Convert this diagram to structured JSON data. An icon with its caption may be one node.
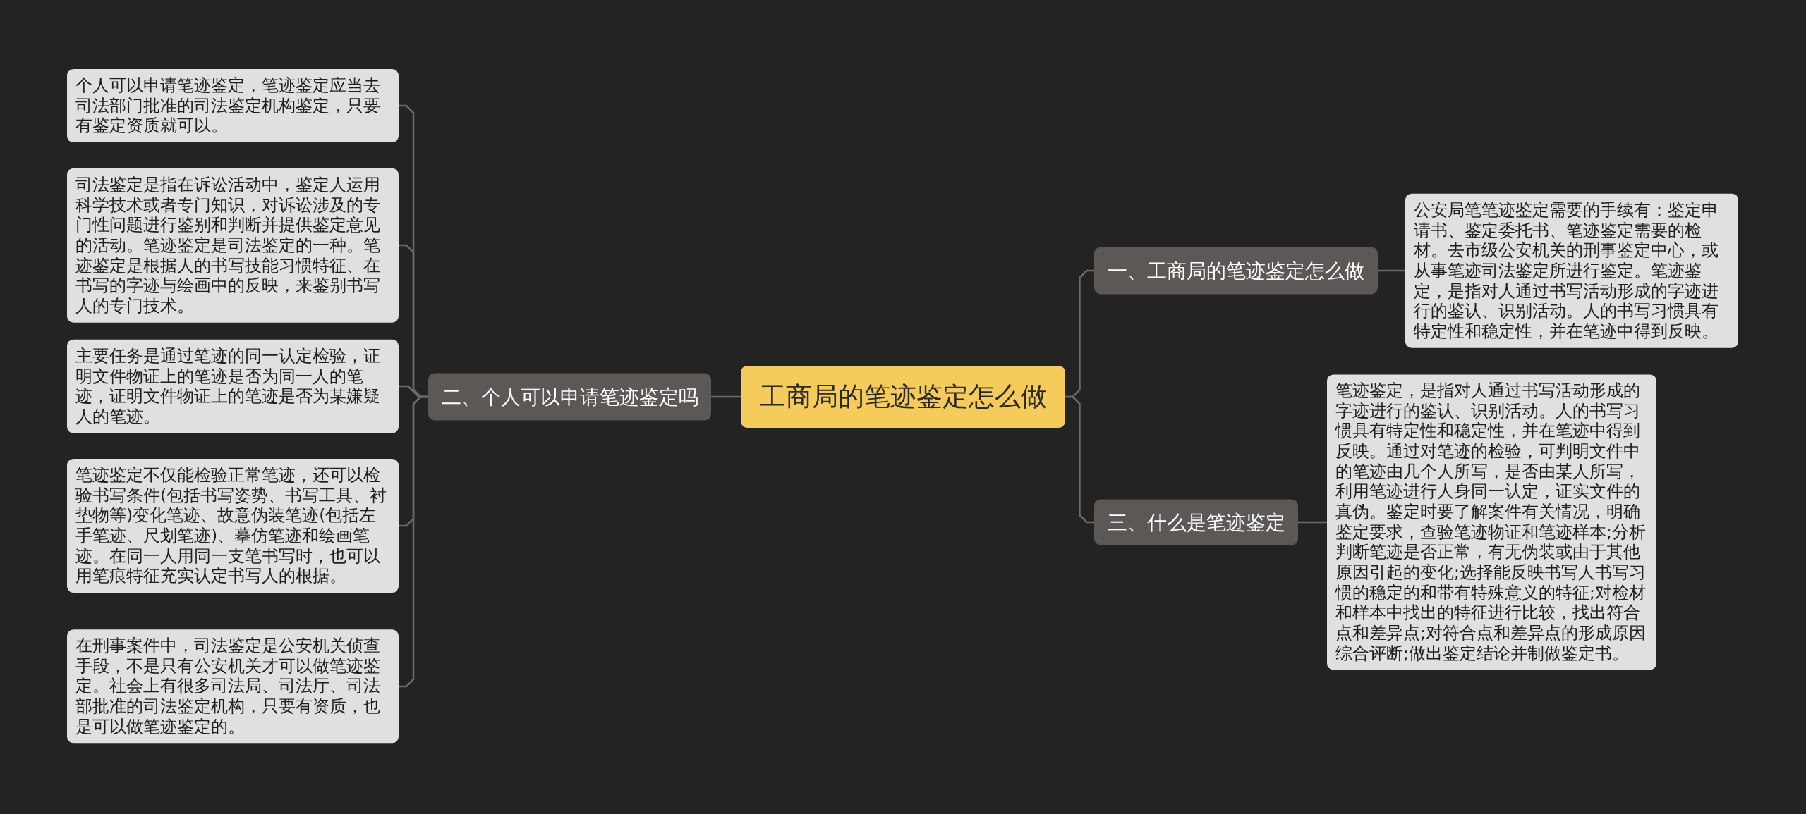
{
  "diagram": {
    "nodes": [
      {
        "text": [
          "工商局的笔迹鉴定怎么做"
        ]
      },
      {
        "text": [
          "二、个人可以申请笔迹鉴定吗"
        ]
      },
      {
        "text": [
          "个人可以申请笔迹鉴定，笔迹鉴定应当去司法部门批准的司法鉴定机构鉴定，只要有鉴定资质就可以。"
        ]
      },
      {
        "text": [
          "司法鉴定是指在诉讼活动中，鉴定人运用科学技术或者专门知识，对诉讼涉及的专门性问题进行鉴别和判断并提供鉴定意见的活动。笔迹鉴定是司法鉴定的一种。笔迹鉴定是根据人的书写技能习惯特征、在书写的字迹与绘画中的反映，来鉴别书写人的专门技术。"
        ]
      },
      {
        "text": [
          "主要任务是通过笔迹的同一认定检验，证明文件物证上的笔迹是否为同一人的笔迹，证明文件物证上的笔迹是否为某嫌疑人的笔迹。"
        ]
      },
      {
        "text": [
          "笔迹鉴定不仅能检验正常笔迹，还可以检验书写条件(包括书写姿势、书写工具、衬垫物等)变化笔迹、故意伪装笔迹(包括左手笔迹、尺划笔迹)、摹仿笔迹和绘画笔迹。在同一人用同一支笔书写时，也可以用笔痕特征充实认定书写人的根据。"
        ]
      },
      {
        "text": [
          "在刑事案件中，司法鉴定是公安机关侦查手段，不是只有公安机关才可以做笔迹鉴定。社会上有很多司法局、司法厅、司法部批准的司法鉴定机构，只要有资质，也是可以做笔迹鉴定的。"
        ]
      },
      {
        "text": [
          "一、工商局的笔迹鉴定怎么做"
        ]
      },
      {
        "text": [
          "公安局笔笔迹鉴定需要的手续有：鉴定申请书、鉴定委托书、笔迹鉴定需要的检材。去市级公安机关的刑事鉴定中心，或从事笔迹司法鉴定所进行鉴定。笔迹鉴定，是指对人通过书写活动形成的字迹进行的鉴认、识别活动。人的书写习惯具有特定性和稳定性，并在笔迹中得到反映。"
        ]
      },
      {
        "text": [
          "三、什么是笔迹鉴定"
        ]
      },
      {
        "text": [
          "笔迹鉴定，是指对人通过书写活动形成的字迹进行的鉴认、识别活动。人的书写习惯具有特定性和稳定性，并在笔迹中得到反映。通过对笔迹的检验，可判明文件中的笔迹由几个人所写，是否由某人所写，利用笔迹进行人身同一认定，证实文件的真伪。鉴定时要了解案件有关情况，明确鉴定要求，查验笔迹物证和笔迹样本;分析判断笔迹是否正常，有无伪装或由于其他原因引起的变化;选择能反映书写人书写习惯的稳定的和带有特殊意义的特征;对检材和样本中找出的特征进行比较，找出符合点和差异点;对符合点和差异点的形成原因综合评断;做出鉴定结论并制做鉴定书。"
        ]
      }
    ],
    "edges": [
      {
        "from": 0,
        "to": 1,
        "arrow": "none"
      },
      {
        "from": 1,
        "to": 2,
        "arrow": "none"
      },
      {
        "from": 1,
        "to": 3,
        "arrow": "none"
      },
      {
        "from": 1,
        "to": 4,
        "arrow": "none"
      },
      {
        "from": 1,
        "to": 5,
        "arrow": "none"
      },
      {
        "from": 1,
        "to": 6,
        "arrow": "none"
      },
      {
        "from": 0,
        "to": 7,
        "arrow": "none"
      },
      {
        "from": 7,
        "to": 8,
        "arrow": "none"
      },
      {
        "from": 0,
        "to": 9,
        "arrow": "none"
      },
      {
        "from": 9,
        "to": 10,
        "arrow": "none"
      }
    ]
  }
}
